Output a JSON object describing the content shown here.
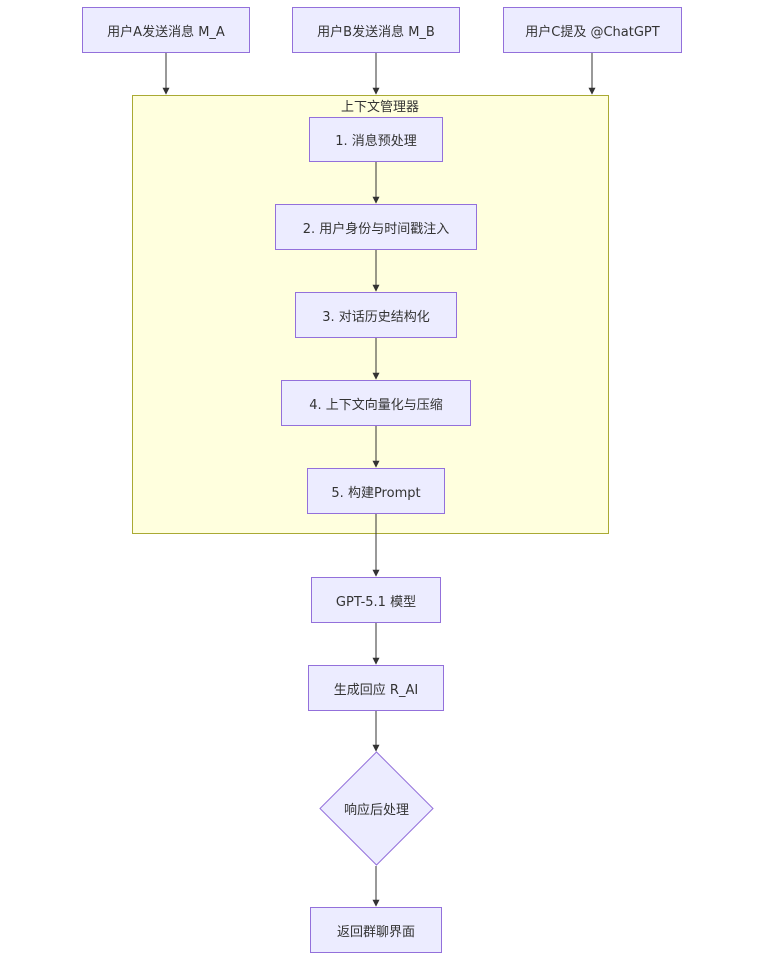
{
  "diagram": {
    "cluster": {
      "label": "上下文管理器"
    },
    "inputs": [
      {
        "id": "user_a",
        "label": "用户A发送消息 M_A"
      },
      {
        "id": "user_b",
        "label": "用户B发送消息 M_B"
      },
      {
        "id": "user_c",
        "label": "用户C提及 @ChatGPT"
      }
    ],
    "steps": [
      {
        "id": "step1",
        "label": "1. 消息预处理"
      },
      {
        "id": "step2",
        "label": "2. 用户身份与时间戳注入"
      },
      {
        "id": "step3",
        "label": "3. 对话历史结构化"
      },
      {
        "id": "step4",
        "label": "4. 上下文向量化与压缩"
      },
      {
        "id": "step5",
        "label": "5. 构建Prompt"
      }
    ],
    "model": {
      "label": "GPT-5.1 模型"
    },
    "response": {
      "label": "生成回应 R_AI"
    },
    "decision": {
      "label": "响应后处理"
    },
    "output": {
      "label": "返回群聊界面"
    },
    "colors": {
      "node_fill": "#ECECFF",
      "node_border": "#9370DB",
      "cluster_fill": "#FFFFDE",
      "cluster_border": "#AAAA33",
      "edge": "#333333"
    }
  }
}
